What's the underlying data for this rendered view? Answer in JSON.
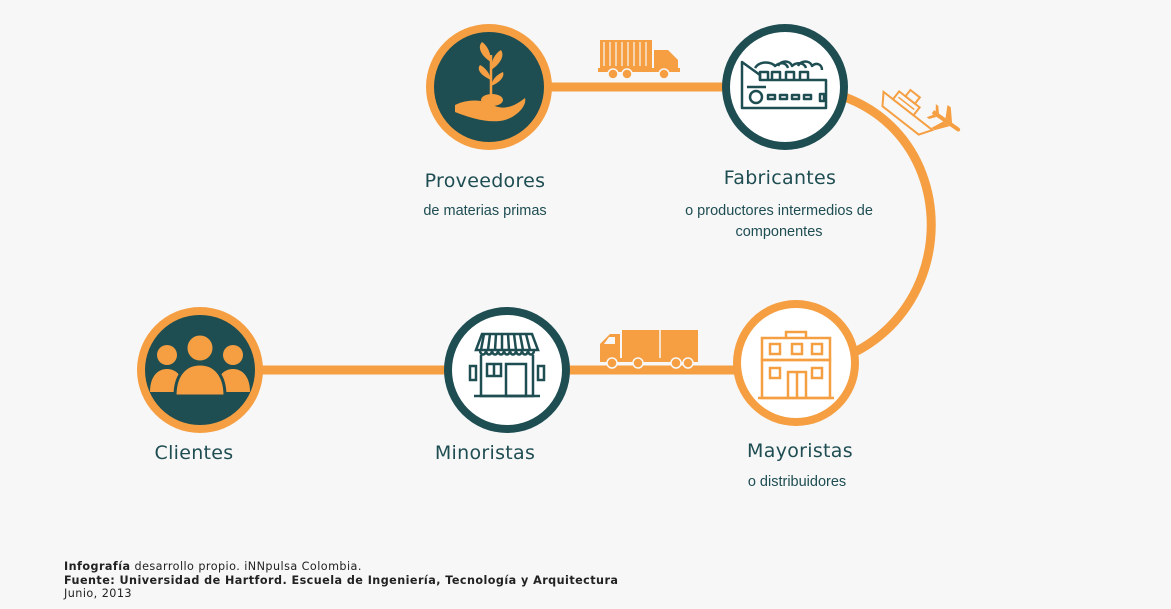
{
  "colors": {
    "teal": "#1e4d52",
    "orange": "#f59f42",
    "background": "#f7f7f7",
    "white": "#ffffff"
  },
  "nodes": {
    "proveedores": {
      "title": "Proveedores",
      "subtitle": "de materias primas",
      "icon": "plant-in-hand-icon"
    },
    "fabricantes": {
      "title": "Fabricantes",
      "subtitle_line1": "o productores intermedios de",
      "subtitle_line2": "componentes",
      "icon": "factory-icon"
    },
    "mayoristas": {
      "title": "Mayoristas",
      "subtitle": "o distribuidores",
      "icon": "warehouse-icon"
    },
    "minoristas": {
      "title": "Minoristas",
      "icon": "storefront-icon"
    },
    "clientes": {
      "title": "Clientes",
      "icon": "people-group-icon"
    }
  },
  "transport_icons": [
    "truck-icon",
    "ship-icon",
    "airplane-icon",
    "truck-icon"
  ],
  "credits": {
    "line1_bold": "Infografía",
    "line1_rest": " desarrollo propio.  iNNpulsa Colombia.",
    "line2": "Fuente: Universidad de Hartford. Escuela de Ingeniería, Tecnología y Arquitectura",
    "line3": "Junio, 2013"
  }
}
